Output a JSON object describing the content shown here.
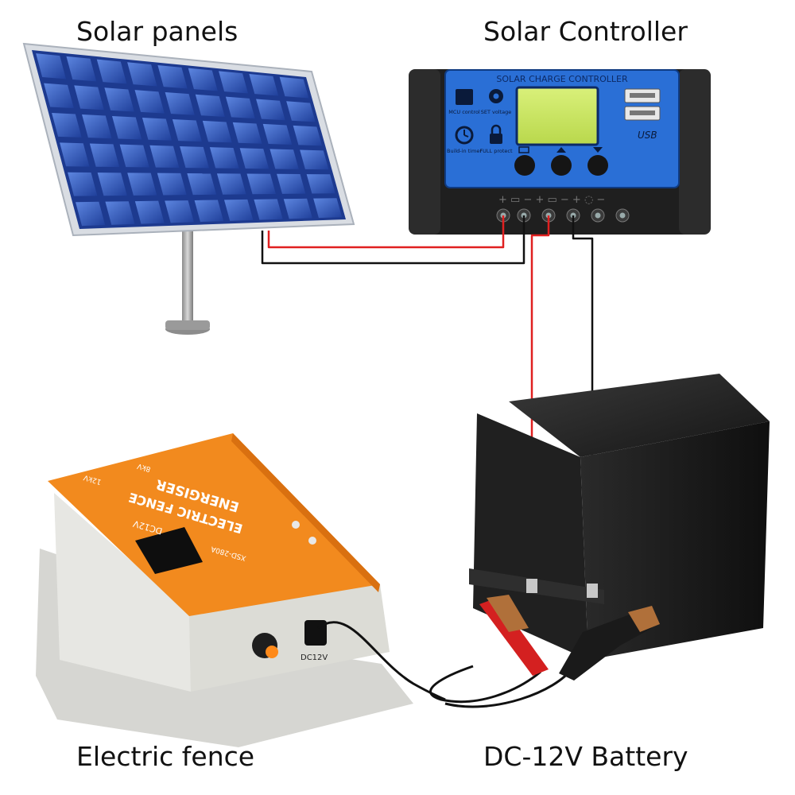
{
  "labels": {
    "solar_panels": "Solar panels",
    "solar_controller": "Solar Controller",
    "electric_fence": "Electric fence",
    "battery": "DC-12V Battery"
  },
  "controller": {
    "header": "SOLAR CHARGE CONTROLLER",
    "mcu": "MCU control",
    "set": "SET voltage",
    "timer": "Build-in timer",
    "protect": "FULL protect",
    "usb": "USB"
  },
  "fence": {
    "title_line1": "ELECTRIC FENCE",
    "title_line2": "ENERGISER",
    "dc_label": "DC12V",
    "model": "XSD-280A",
    "knob_label": "DC12V",
    "spec_12kv": "12kV",
    "spec_8kv": "8kV"
  },
  "colors": {
    "wire_red": "#e02020",
    "wire_black": "#111111",
    "panel_blue": "#2c4fa8",
    "controller_blue": "#2a6fd6",
    "fence_orange": "#f28a1e",
    "battery_black": "#1c1c1c"
  }
}
